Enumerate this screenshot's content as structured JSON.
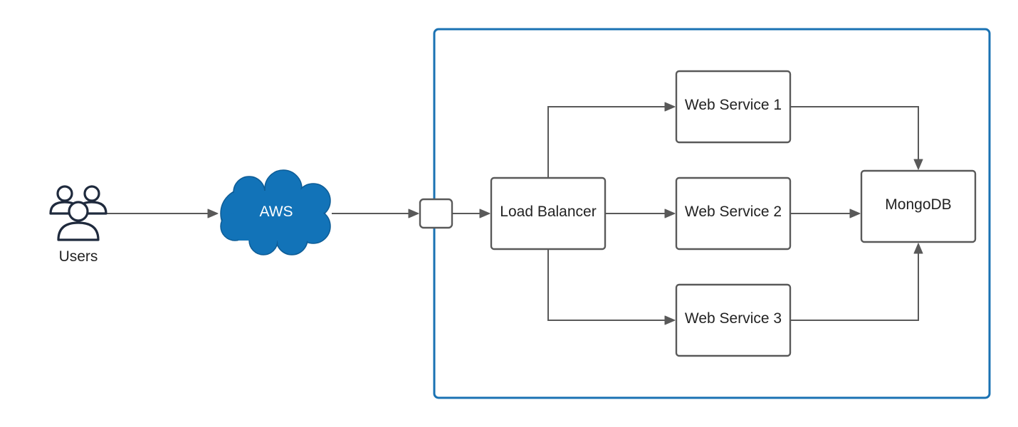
{
  "diagram": {
    "nodes": {
      "users": {
        "label": "Users",
        "icon": "users-icon"
      },
      "aws": {
        "label": "AWS",
        "icon": "cloud-icon",
        "fill": "#1273b8",
        "text_color": "#ffffff"
      },
      "entry_port": {
        "label": ""
      },
      "load_balancer": {
        "label": "Load Balancer"
      },
      "web_service_1": {
        "label": "Web Service 1"
      },
      "web_service_2": {
        "label": "Web Service 2"
      },
      "web_service_3": {
        "label": "Web Service 3"
      },
      "mongodb": {
        "label": "MongoDB"
      }
    },
    "edges": [
      {
        "from": "users",
        "to": "aws"
      },
      {
        "from": "aws",
        "to": "entry_port"
      },
      {
        "from": "entry_port",
        "to": "load_balancer"
      },
      {
        "from": "load_balancer",
        "to": "web_service_1"
      },
      {
        "from": "load_balancer",
        "to": "web_service_2"
      },
      {
        "from": "load_balancer",
        "to": "web_service_3"
      },
      {
        "from": "web_service_1",
        "to": "mongodb"
      },
      {
        "from": "web_service_2",
        "to": "mongodb"
      },
      {
        "from": "web_service_3",
        "to": "mongodb"
      }
    ],
    "colors": {
      "boundary": "#1a72b3",
      "edge": "#595959",
      "node_border": "#595959",
      "cloud": "#1273b8"
    }
  }
}
